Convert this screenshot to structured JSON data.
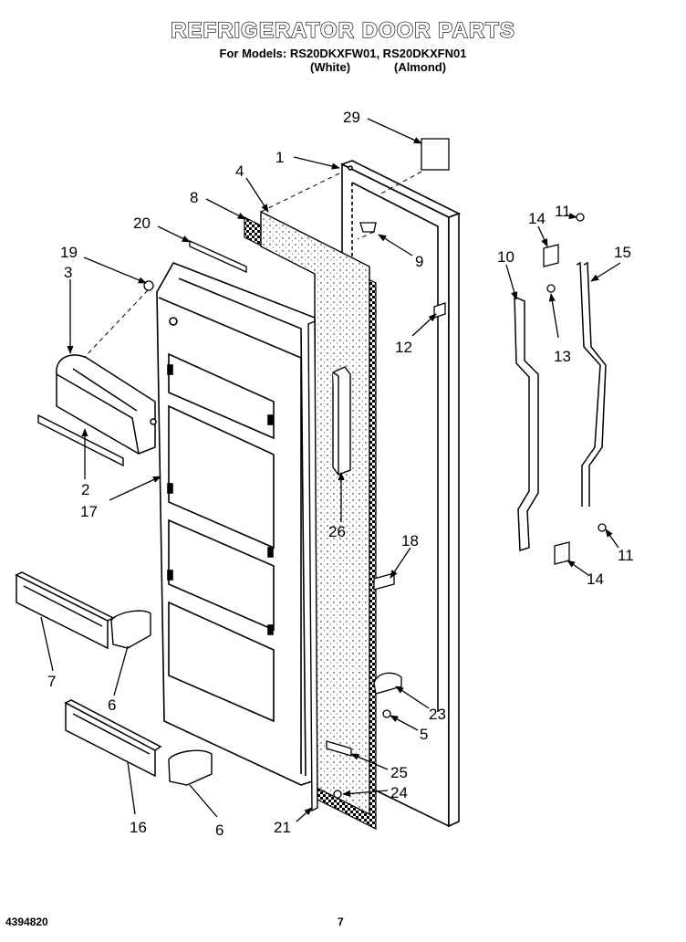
{
  "header": {
    "title": "REFRIGERATOR DOOR PARTS",
    "models_line": "For Models: RS20DKXFW01, RS20DKXFN01",
    "variant_white": "(White)",
    "variant_almond": "(Almond)"
  },
  "footer": {
    "doc_number": "4394820",
    "page_number": "7"
  },
  "callouts": [
    "29",
    "1",
    "4",
    "8",
    "20",
    "19",
    "3",
    "9",
    "12",
    "14",
    "11",
    "10",
    "15",
    "13",
    "2",
    "17",
    "26",
    "18",
    "11",
    "14",
    "7",
    "6",
    "23",
    "5",
    "25",
    "24",
    "16",
    "6",
    "21"
  ]
}
